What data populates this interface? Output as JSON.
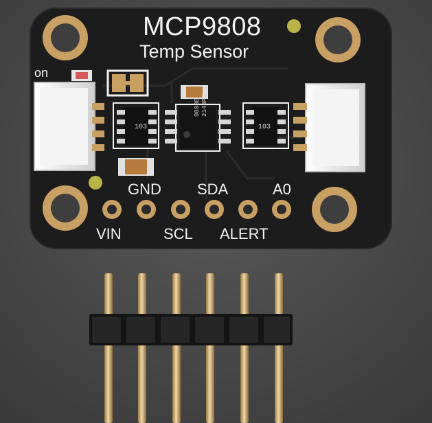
{
  "board": {
    "title": "MCP9808",
    "subtitle": "Temp Sensor",
    "power_led_label": "on",
    "pins_top": [
      "GND",
      "SDA",
      "A0"
    ],
    "pins_bottom": [
      "VIN",
      "SCL",
      "ALERT"
    ],
    "resistor_marking": "103",
    "chip_marking_line1": "9808E",
    "chip_marking_line2": "2148P2"
  },
  "colors": {
    "background": "#4a4a4a",
    "pcb": "#1d1d1d",
    "silkscreen": "#f2f2f2",
    "gold": "#c9a063",
    "header_plastic": "#151515",
    "connector": "#e9e9e9"
  }
}
